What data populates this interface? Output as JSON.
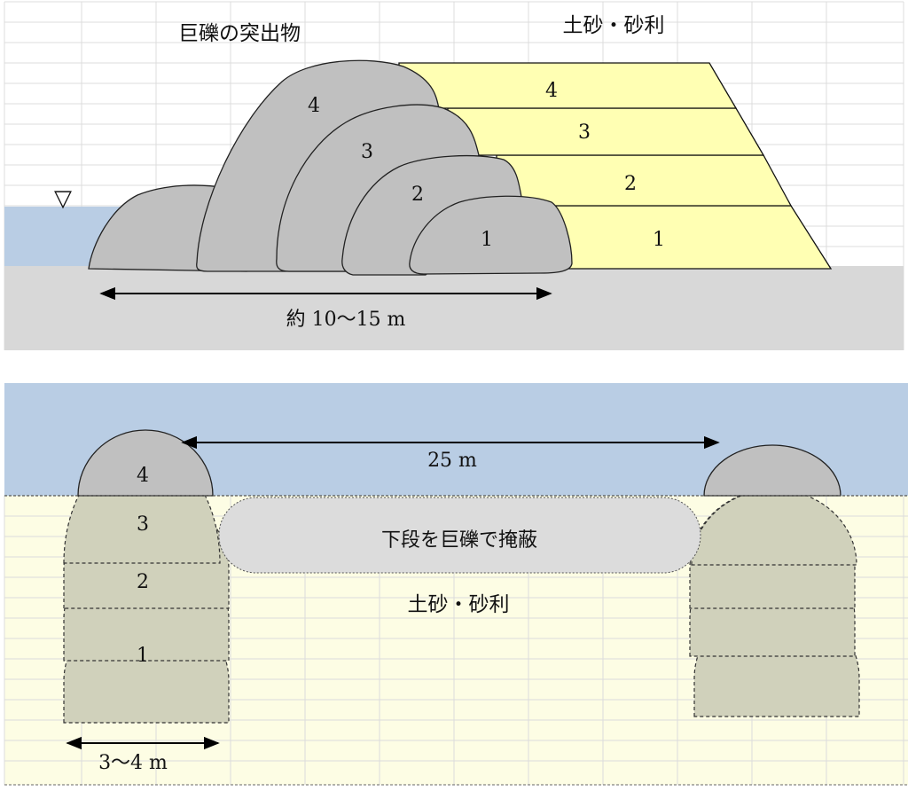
{
  "colors": {
    "water": "#b9cde4",
    "ground": "#d8d8d8",
    "sand_top": "#ffffb3",
    "sand_bottom": "#fdfde4",
    "rock": "#c0c0c0",
    "rock_bottom": "#d0d1bb",
    "cover": "#dcdcdc",
    "grid": "#dcdcdc"
  },
  "top_diagram": {
    "label_rocks": "巨礫の突出物",
    "label_sand": "土砂・砂利",
    "rock_numbers": [
      "1",
      "2",
      "3",
      "4"
    ],
    "layer_numbers": [
      "1",
      "2",
      "3",
      "4"
    ],
    "water_mark": "▽",
    "width_label": "約 10～15 m"
  },
  "bottom_diagram": {
    "span_label": "25 m",
    "cover_label": "下段を巨礫で掩蔽",
    "sand_label": "土砂・砂利",
    "left_numbers": [
      "1",
      "2",
      "3",
      "4"
    ],
    "width_label": "3～4 m"
  }
}
